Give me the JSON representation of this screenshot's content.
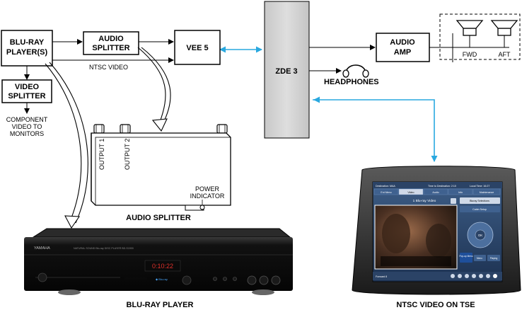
{
  "blocks": {
    "bluray": [
      "BLU-RAY",
      "PLAYER(S)"
    ],
    "audio_splitter": [
      "AUDIO",
      "SPLITTER"
    ],
    "vee5": "VEE 5",
    "video_splitter": [
      "VIDEO",
      "SPLITTER"
    ],
    "zde3": "ZDE 3",
    "audio_amp": [
      "AUDIO",
      "AMP"
    ]
  },
  "labels": {
    "ntsc_video": "NTSC VIDEO",
    "component": [
      "COMPONENT",
      "VIDEO TO",
      "MONITORS"
    ],
    "headphones": "HEADPHONES",
    "fwd": "FWD",
    "aft": "AFT",
    "output1": "OUTPUT 1",
    "output2": "OUTPUT 2",
    "power_indicator": [
      "POWER",
      "INDICATOR"
    ]
  },
  "captions": {
    "audio_splitter": "AUDIO SPLITTER",
    "bluray_player": "BLU-RAY PLAYER",
    "tse": "NTSC VIDEO ON TSE"
  },
  "player_device": {
    "brand": "YAMAHA",
    "model_text": "NATURAL SOUND Blu-ray DISC PLAYER BD-S1900",
    "display": "0:10:22"
  },
  "tse_screen": {
    "dest": "Destination: MAA",
    "time_dest": "Time to Destination: 2:10",
    "local_time": "Local Time: 16:27",
    "tabs": [
      "Ent Menu",
      "Video",
      "Audio",
      "Info",
      "Maintenance"
    ],
    "video_title": "1 Blu-ray Video",
    "side_buttons": [
      "Bluray Selections",
      "Cabin Setup"
    ],
    "ok_label": "OK",
    "bottom_buttons": [
      "Pop-up Menu",
      "Menu",
      "Playing"
    ],
    "forward_label": "Forward 8"
  },
  "colors": {
    "cyan_link": "#29a8df",
    "zde_fill": "#d0d0d0"
  }
}
